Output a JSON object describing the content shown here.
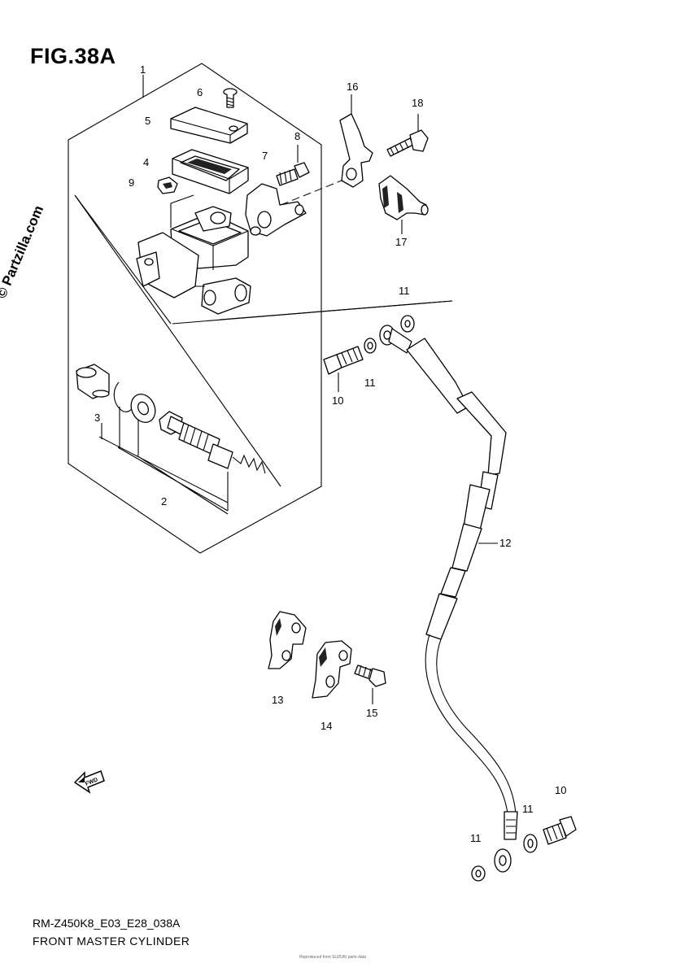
{
  "figure": {
    "title": "FIG.38A",
    "watermark": "© Partzilla.com",
    "code": "RM-Z450K8_E03_E28_038A",
    "caption": "FRONT MASTER CYLINDER",
    "fine_print": "Reproduced from SUZUKI parts data"
  },
  "fwd_arrow": {
    "label": "FWD",
    "icon": "fwd-arrow-icon"
  },
  "callouts": {
    "c1": "1",
    "c2": "2",
    "c3": "3",
    "c4": "4",
    "c5": "5",
    "c6": "6",
    "c7": "7",
    "c8": "8",
    "c9": "9",
    "c10a": "10",
    "c10b": "10",
    "c11a": "11",
    "c11b": "11",
    "c11c": "11",
    "c11d": "11",
    "c12": "12",
    "c13": "13",
    "c14": "14",
    "c15": "15",
    "c16": "16",
    "c17": "17",
    "c18": "18"
  }
}
